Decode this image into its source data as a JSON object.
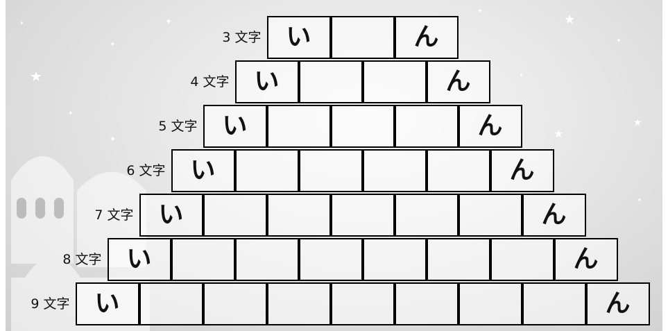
{
  "puzzle": {
    "rows": [
      {
        "label": "3 文字",
        "cells": [
          "い",
          "",
          "ん"
        ]
      },
      {
        "label": "4 文字",
        "cells": [
          "い",
          "",
          "",
          "ん"
        ]
      },
      {
        "label": "5 文字",
        "cells": [
          "い",
          "",
          "",
          "",
          "ん"
        ]
      },
      {
        "label": "6 文字",
        "cells": [
          "い",
          "",
          "",
          "",
          "",
          "ん"
        ]
      },
      {
        "label": "7 文字",
        "cells": [
          "い",
          "",
          "",
          "",
          "",
          "",
          "ん"
        ]
      },
      {
        "label": "8 文字",
        "cells": [
          "い",
          "",
          "",
          "",
          "",
          "",
          "",
          "ん"
        ]
      },
      {
        "label": "9 文字",
        "cells": [
          "い",
          "",
          "",
          "",
          "",
          "",
          "",
          "",
          "ん"
        ]
      }
    ]
  },
  "background": {
    "theme": "night-sky-mosque",
    "icons": [
      "crescent-moon-icon",
      "star-icon",
      "mosque-dome-icon"
    ],
    "colors": {
      "sky": "#dcdcdc",
      "moon": "#ffffff",
      "cell_border": "#000000"
    }
  }
}
